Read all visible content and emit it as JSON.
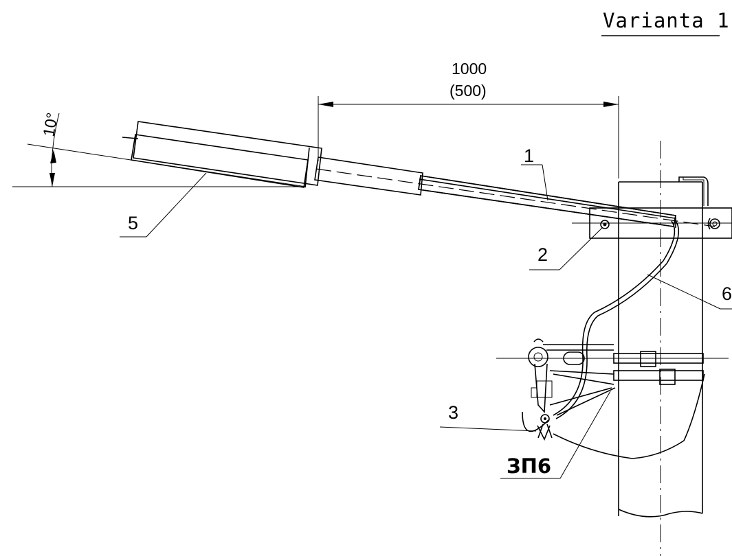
{
  "title": "Varianta 1",
  "dimension": {
    "value": "1000",
    "alt_value": "(500)"
  },
  "angle": "10°",
  "callouts": {
    "c1": "1",
    "c2": "2",
    "c3": "3",
    "c5": "5",
    "c6": "6",
    "zp6": "ЗП6"
  },
  "colors": {
    "line": "#000000",
    "module_fill": "#ffff00",
    "background": "#ffffff"
  }
}
